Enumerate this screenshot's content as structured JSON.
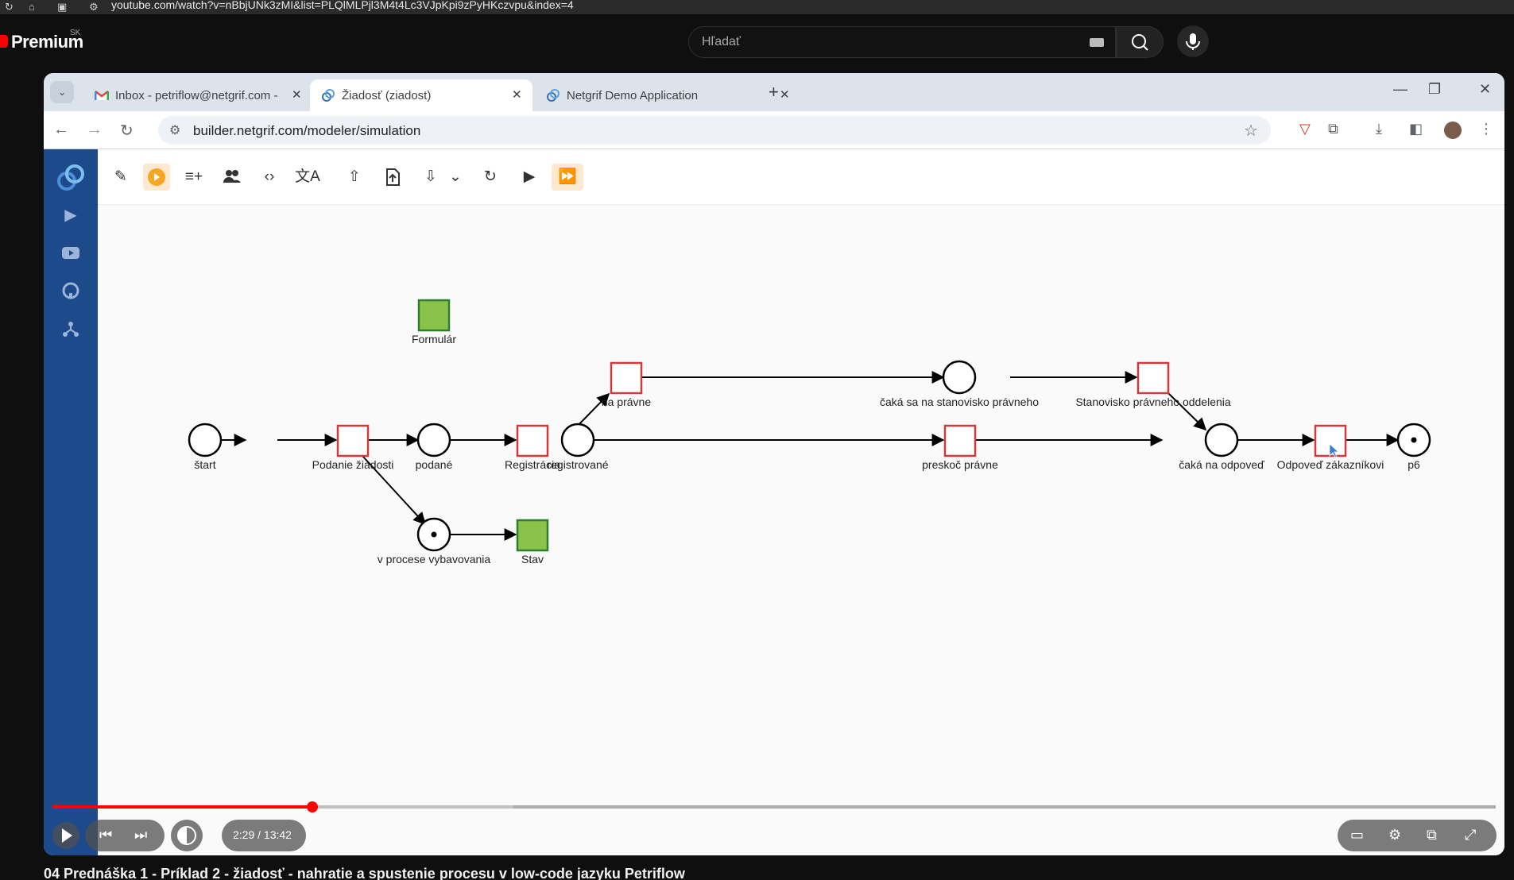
{
  "outer_browser": {
    "url": "youtube.com/watch?v=nBbjUNk3zMI&list=PLQlMLPjl3M4t4Lc3VJpKpi9zPyHKczvpu&index=4"
  },
  "youtube": {
    "brand": "Premium",
    "region": "SK",
    "search_placeholder": "Hľadať"
  },
  "chrome": {
    "tabs": [
      {
        "title": "Inbox - petriflow@netgrif.com -",
        "active": false
      },
      {
        "title": "Žiadosť (ziadost)",
        "active": true
      },
      {
        "title": "Netgrif Demo Application",
        "active": false
      }
    ],
    "url": "builder.netgrif.com/modeler/simulation"
  },
  "petri_net": {
    "places": [
      {
        "label": "štart",
        "token": false
      },
      {
        "label": "podané",
        "token": false
      },
      {
        "label": "registrované",
        "token": false
      },
      {
        "label": "čaká sa na stanovisko právneho",
        "token": false
      },
      {
        "label": "čaká na odpoveď",
        "token": false
      },
      {
        "label": "p6",
        "token": true
      },
      {
        "label": "v procese vybavovania",
        "token": true
      }
    ],
    "transitions": [
      {
        "label": "Podanie žiadosti",
        "enabled": false
      },
      {
        "label": "Registrácia",
        "enabled": false
      },
      {
        "label": "na právne",
        "enabled": false
      },
      {
        "label": "Stanovisko právneho oddelenia",
        "enabled": false
      },
      {
        "label": "preskoč právne",
        "enabled": false
      },
      {
        "label": "Odpoveď zákazníkovi",
        "enabled": false
      },
      {
        "label": "Formulár",
        "enabled": true
      },
      {
        "label": "Stav",
        "enabled": true
      }
    ]
  },
  "player": {
    "time": "2:29 / 13:42",
    "progress": 0.18
  },
  "video_title": "04 Prednáška 1 - Príklad 2 - žiadosť - nahratie a spustenie procesu v low-code jazyku Petriflow"
}
